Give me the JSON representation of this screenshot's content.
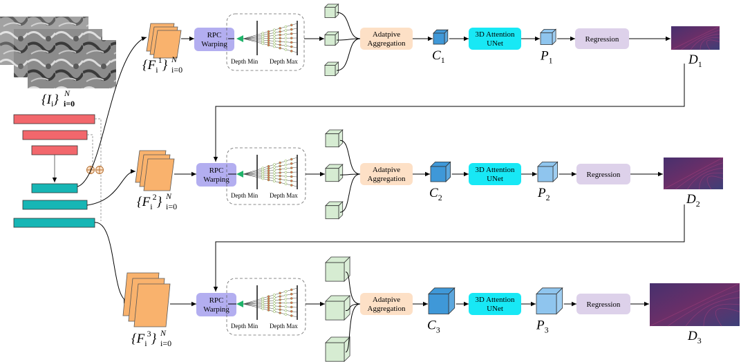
{
  "input_label": {
    "base": "I",
    "sub": "i",
    "sub2": "i=0",
    "sup": "N"
  },
  "stages": [
    {
      "feature": {
        "base": "F",
        "sub": "i",
        "sup": "1",
        "sup2": "N",
        "sub2": "i=0"
      },
      "warping": [
        "RPC",
        "Warping"
      ],
      "depth_min": "Depth Min",
      "depth_max": "Depth Max",
      "aggregation": [
        "Adatpive",
        "Aggregation"
      ],
      "cost": {
        "base": "C",
        "sub": "1"
      },
      "unet": [
        "3D Attention",
        "UNet"
      ],
      "prob": {
        "base": "P",
        "sub": "1"
      },
      "regression": "Regression",
      "depth": {
        "base": "D",
        "sub": "1"
      }
    },
    {
      "feature": {
        "base": "F",
        "sub": "i",
        "sup": "2",
        "sup2": "N",
        "sub2": "i=0"
      },
      "warping": [
        "RPC",
        "Warping"
      ],
      "depth_min": "Depth Min",
      "depth_max": "Depth Max",
      "aggregation": [
        "Adatpive",
        "Aggregation"
      ],
      "cost": {
        "base": "C",
        "sub": "2"
      },
      "unet": [
        "3D Attention",
        "UNet"
      ],
      "prob": {
        "base": "P",
        "sub": "2"
      },
      "regression": "Regression",
      "depth": {
        "base": "D",
        "sub": "2"
      }
    },
    {
      "feature": {
        "base": "F",
        "sub": "i",
        "sup": "3",
        "sup2": "N",
        "sub2": "i=0"
      },
      "warping": [
        "RPC",
        "Warping"
      ],
      "depth_min": "Depth Min",
      "depth_max": "Depth Max",
      "aggregation": [
        "Adatpive",
        "Aggregation"
      ],
      "cost": {
        "base": "C",
        "sub": "3"
      },
      "unet": [
        "3D Attention",
        "UNet"
      ],
      "prob": {
        "base": "P",
        "sub": "3"
      },
      "regression": "Regression",
      "depth": {
        "base": "D",
        "sub": "3"
      }
    }
  ],
  "colors": {
    "feature_map": "#f9b26d",
    "warping_box": "#b3aef0",
    "aggregation_box": "#fde0c6",
    "unet_box": "#18e8f5",
    "regression_box": "#ddd1ea",
    "cost_volume": "#3f98d8",
    "prob_volume": "#8fc5ee",
    "view_cube": "#d6ecd2",
    "fpn_top": "#f2676c",
    "fpn_bottom": "#17b6b5",
    "depth_map": "#5a2f72"
  }
}
